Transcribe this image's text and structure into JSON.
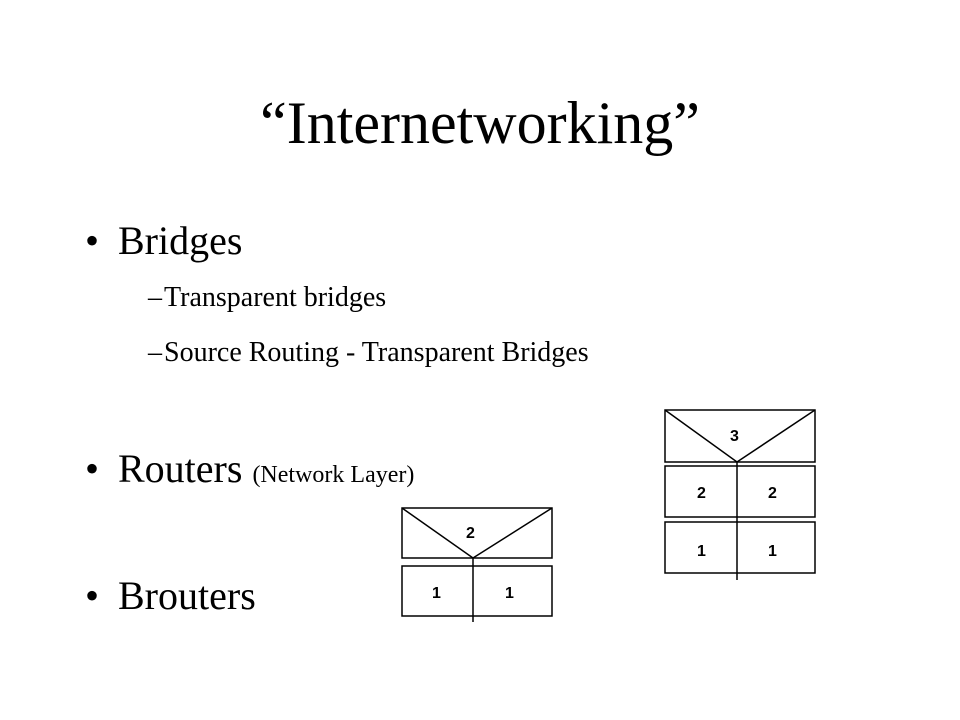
{
  "title": "“Internetworking”",
  "bullets": [
    {
      "text": "Bridges",
      "sub": [
        "Transparent bridges",
        "Source Routing - Transparent Bridges"
      ]
    },
    {
      "text": "Routers",
      "qualifier": "(Network Layer)"
    },
    {
      "text": "Brouters"
    }
  ],
  "symbols": {
    "bullet": "•",
    "dash": "–"
  },
  "diagrams": {
    "bridge": {
      "top": "2",
      "bottom_left": "1",
      "bottom_right": "1"
    },
    "router": {
      "top": "3",
      "middle_left": "2",
      "middle_right": "2",
      "bottom_left": "1",
      "bottom_right": "1"
    }
  }
}
